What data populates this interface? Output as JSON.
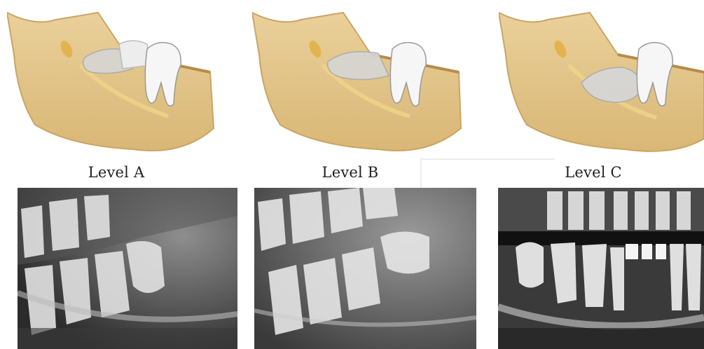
{
  "panels": [
    {
      "level_label": "Level A",
      "illustration_icon": "impacted-molar-level-a-icon",
      "radiograph": "panoramic-xray-level-a"
    },
    {
      "level_label": "Level B",
      "illustration_icon": "impacted-molar-level-b-icon",
      "radiograph": "panoramic-xray-level-b"
    },
    {
      "level_label": "Level C",
      "illustration_icon": "impacted-molar-level-c-icon",
      "radiograph": "panoramic-xray-level-c"
    }
  ],
  "colors": {
    "bone": "#e6c78f",
    "bone_shadow": "#c9a565",
    "tooth": "#f4f4f4",
    "impacted_tooth": "#d6d6d6",
    "nerve": "#f0d58a",
    "xray_dark": "#1e1e1e",
    "xray_light": "#cfcfcf"
  }
}
